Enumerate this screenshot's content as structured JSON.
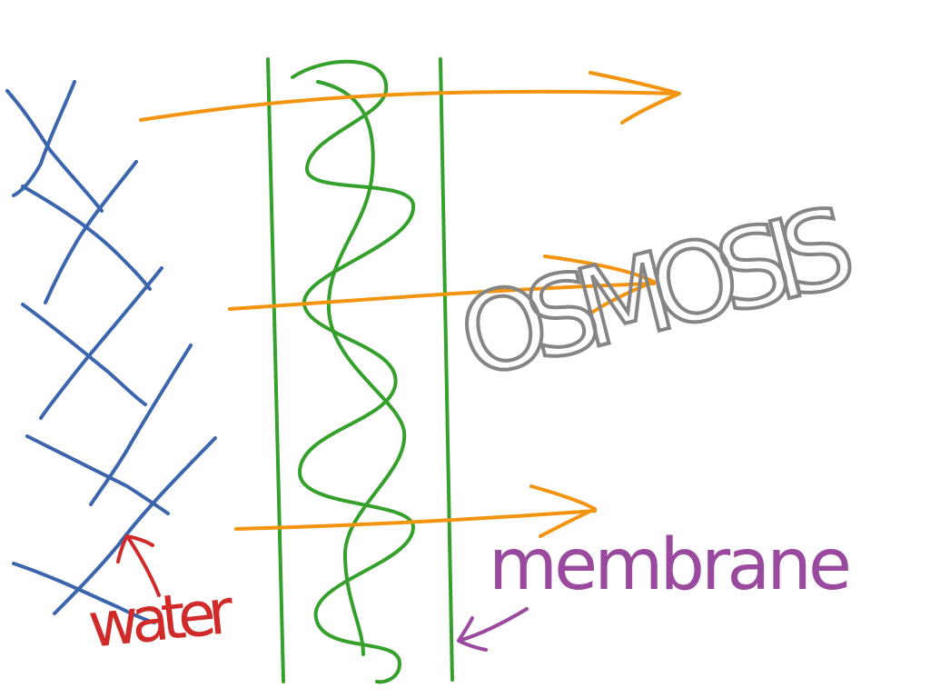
{
  "labels": {
    "title": "OSMOSIS",
    "membrane": "membrane",
    "water": "water"
  },
  "colors": {
    "water_lattice": "#3b65ad",
    "membrane": "#35a02c",
    "flow_arrows": "#f39410",
    "title": "#858585",
    "membrane_label": "#9a4a9e",
    "water_label": "#d02a2a"
  }
}
